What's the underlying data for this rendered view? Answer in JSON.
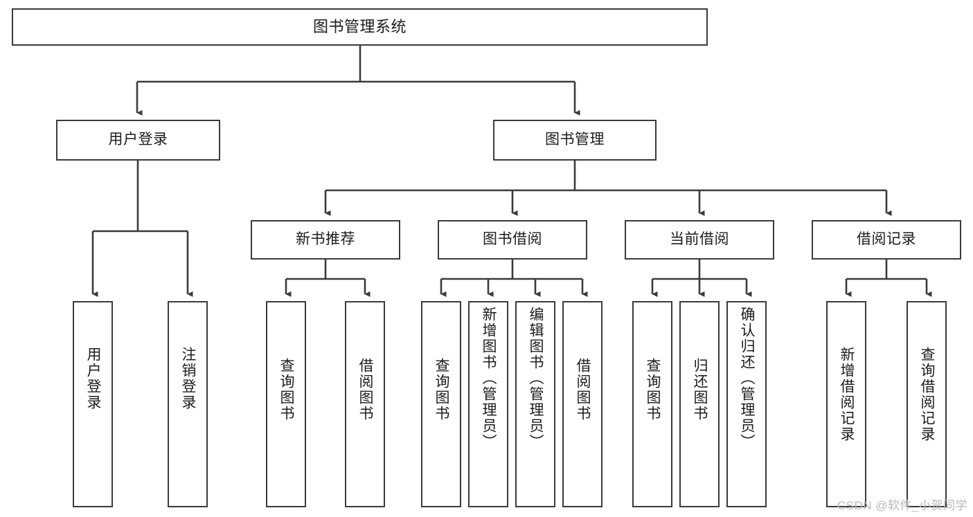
{
  "diagram": {
    "title": "图书管理系统",
    "watermark": "CSDN @软件_小贺同学",
    "colors": {
      "background": "#ffffff",
      "node_border": "#3a3a3a",
      "node_fill": "#ffffff",
      "edge": "#3a3a3a",
      "text": "#1b1b1b",
      "watermark": "#b9b9b9"
    },
    "root": {
      "label": "图书管理系统"
    },
    "level2": [
      {
        "label": "用户登录"
      },
      {
        "label": "图书管理"
      }
    ],
    "level3": [
      {
        "label": "新书推荐"
      },
      {
        "label": "图书借阅"
      },
      {
        "label": "当前借阅"
      },
      {
        "label": "借阅记录"
      }
    ],
    "leaves": {
      "user_login": [
        {
          "label": "用户登录"
        },
        {
          "label": "注销登录"
        }
      ],
      "new_book_recommend": [
        {
          "label": "查询图书"
        },
        {
          "label": "借阅图书"
        }
      ],
      "book_borrow": [
        {
          "label": "查询图书"
        },
        {
          "label": "新增图书（管理员）"
        },
        {
          "label": "编辑图书（管理员）"
        },
        {
          "label": "借阅图书"
        }
      ],
      "current_borrow": [
        {
          "label": "查询图书"
        },
        {
          "label": "归还图书"
        },
        {
          "label": "确认归还（管理员）"
        }
      ],
      "borrow_record": [
        {
          "label": "新增借阅记录"
        },
        {
          "label": "查询借阅记录"
        }
      ]
    }
  },
  "chart_data": {
    "type": "table",
    "title": "图书管理系统 功能结构图",
    "hierarchy": {
      "name": "图书管理系统",
      "children": [
        {
          "name": "用户登录",
          "children": [
            {
              "name": "用户登录"
            },
            {
              "name": "注销登录"
            }
          ]
        },
        {
          "name": "图书管理",
          "children": [
            {
              "name": "新书推荐",
              "children": [
                {
                  "name": "查询图书"
                },
                {
                  "name": "借阅图书"
                }
              ]
            },
            {
              "name": "图书借阅",
              "children": [
                {
                  "name": "查询图书"
                },
                {
                  "name": "新增图书（管理员）"
                },
                {
                  "name": "编辑图书（管理员）"
                },
                {
                  "name": "借阅图书"
                }
              ]
            },
            {
              "name": "当前借阅",
              "children": [
                {
                  "name": "查询图书"
                },
                {
                  "name": "归还图书"
                },
                {
                  "name": "确认归还（管理员）"
                }
              ]
            },
            {
              "name": "借阅记录",
              "children": [
                {
                  "name": "新增借阅记录"
                },
                {
                  "name": "查询借阅记录"
                }
              ]
            }
          ]
        }
      ]
    }
  }
}
